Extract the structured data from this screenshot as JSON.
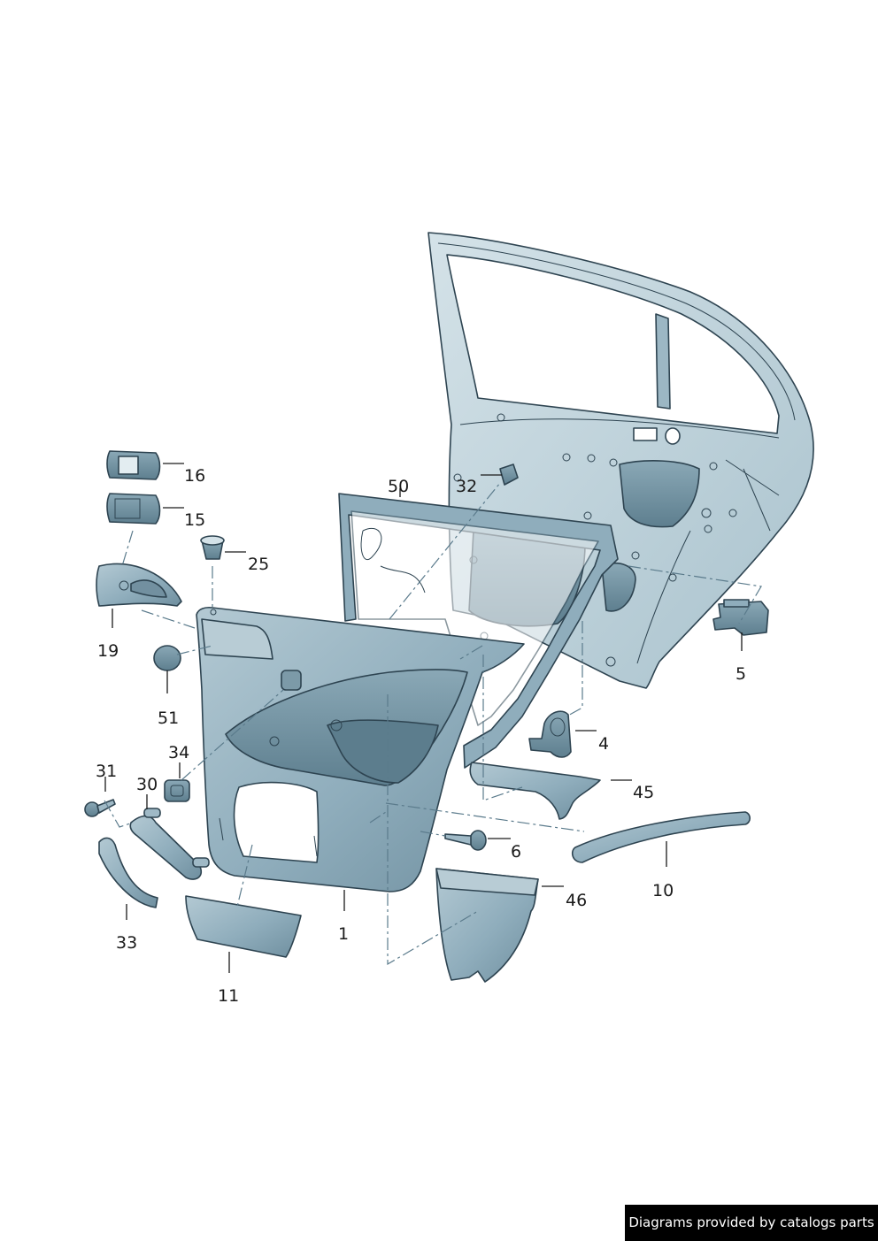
{
  "diagram": {
    "parts": [
      {
        "id": "p1",
        "label": "1"
      },
      {
        "id": "p4",
        "label": "4"
      },
      {
        "id": "p5",
        "label": "5"
      },
      {
        "id": "p6",
        "label": "6"
      },
      {
        "id": "p10",
        "label": "10"
      },
      {
        "id": "p11",
        "label": "11"
      },
      {
        "id": "p15",
        "label": "15"
      },
      {
        "id": "p16",
        "label": "16"
      },
      {
        "id": "p19",
        "label": "19"
      },
      {
        "id": "p25",
        "label": "25"
      },
      {
        "id": "p30",
        "label": "30"
      },
      {
        "id": "p31",
        "label": "31"
      },
      {
        "id": "p32",
        "label": "32"
      },
      {
        "id": "p33",
        "label": "33"
      },
      {
        "id": "p34",
        "label": "34"
      },
      {
        "id": "p45",
        "label": "45"
      },
      {
        "id": "p46",
        "label": "46"
      },
      {
        "id": "p50",
        "label": "50"
      },
      {
        "id": "p51",
        "label": "51"
      }
    ],
    "colors": {
      "part_fill": "#9fb9c6",
      "part_light": "#c5d7df",
      "part_dark": "#6f8f9f",
      "outline": "#2e4451",
      "dash_line": "#5b7b8c"
    }
  },
  "footer": {
    "credit": "Diagrams provided by catalogs parts"
  }
}
